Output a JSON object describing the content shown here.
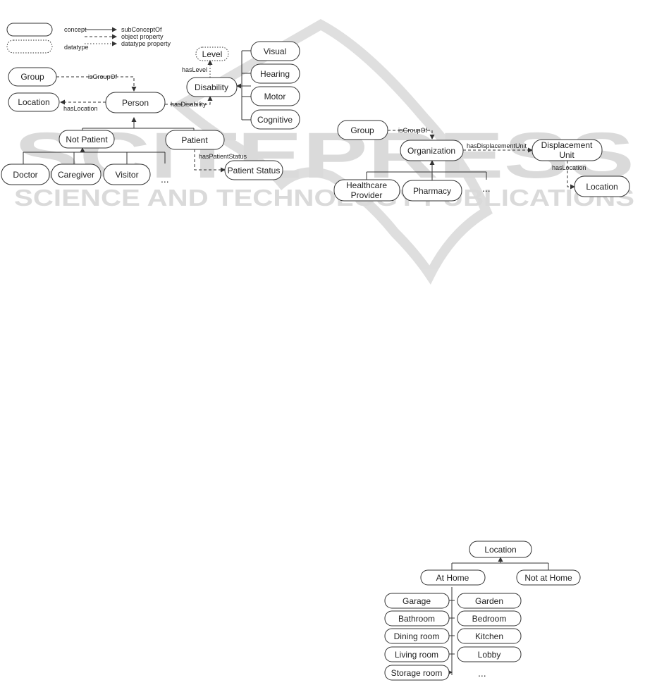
{
  "legend": {
    "concept": "concept",
    "datatype": "datatype",
    "subconcept_of": "subConceptOf",
    "object_property": "object property",
    "datatype_property": "datatype  property"
  },
  "watermark": {
    "brand": "SCITEPRESS",
    "tagline": "SCIENCE AND TECHNOLOGY PUBLICATIONS"
  },
  "person_diagram": {
    "group": "Group",
    "is_group_of": "isGroupOf",
    "location": "Location",
    "has_location": "hasLocation",
    "person": "Person",
    "has_disability": "hasDisability",
    "disability": "Disability",
    "has_level": "hasLevel",
    "level": "Level",
    "visual": "Visual",
    "hearing": "Hearing",
    "motor": "Motor",
    "cognitive": "Cognitive",
    "not_patient": "Not Patient",
    "patient": "Patient",
    "has_patient_status": "hasPatientStatus",
    "patient_status": "Patient Status",
    "doctor": "Doctor",
    "caregiver": "Caregiver",
    "visitor": "Visitor",
    "more": "..."
  },
  "organization_diagram": {
    "group": "Group",
    "is_group_of": "isGroupOf",
    "organization": "Organization",
    "has_displacement_unit": "hasDisplacementUnit",
    "displacement_unit_line1": "Displacement",
    "displacement_unit_line2": "Unit",
    "has_location": "hasLocation",
    "location": "Location",
    "healthcare_line1": "Healthcare",
    "healthcare_line2": "Provider",
    "pharmacy": "Pharmacy",
    "more": "..."
  },
  "location_diagram": {
    "location": "Location",
    "at_home": "At Home",
    "not_at_home": "Not at Home",
    "garage": "Garage",
    "garden": "Garden",
    "bathroom": "Bathroom",
    "bedroom": "Bedroom",
    "dining_room": "Dining room",
    "kitchen": "Kitchen",
    "living_room": "Living room",
    "lobby": "Lobby",
    "storage_room": "Storage room",
    "more": "..."
  }
}
